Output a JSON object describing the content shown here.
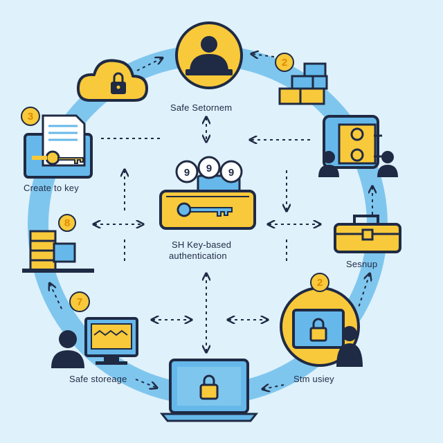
{
  "labels": {
    "top": "Safe  Setornem",
    "left_top": "Create to key",
    "center_line1": "SH Key-based",
    "center_line2": "authentication",
    "right": "Sesnup",
    "bottom_left": "Safe storeage",
    "bottom_right": "Stm usiey"
  },
  "badges": {
    "top_right": "2",
    "left_top": "3",
    "left_mid": "8",
    "bottom_left": "7",
    "bottom_right": "2",
    "center_a": "9",
    "center_b": "9",
    "center_c": "9"
  },
  "colors": {
    "background": "#dff1fb",
    "ring": "#7fc6ee",
    "yellow": "#f8c93a",
    "blue": "#66b8ea",
    "navy": "#1f2a44",
    "badge_text": "#e08a00"
  },
  "icons": [
    "user-icon",
    "cloud-lock-icon",
    "blocks-icon",
    "document-key-icon",
    "server-stack-icon",
    "doors-user-icon",
    "briefcase-icon",
    "monitor-icon",
    "laptop-lock-icon",
    "padlock-icon",
    "key-icon"
  ]
}
